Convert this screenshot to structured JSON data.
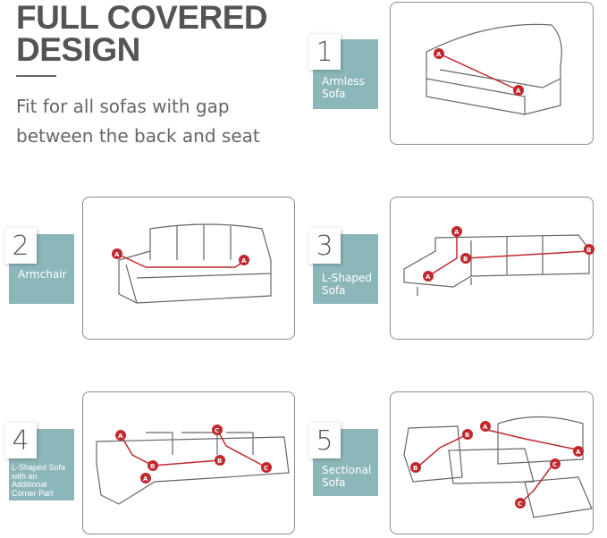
{
  "header": {
    "title_line1": "FULL COVERED",
    "title_line2": "DESIGN",
    "subtitle": "Fit for all sofas with gap between the back and seat"
  },
  "items": [
    {
      "number": "1",
      "label": "Armless Sofa"
    },
    {
      "number": "2",
      "label": "Armchair"
    },
    {
      "number": "3",
      "label": "L-Shaped Sofa"
    },
    {
      "number": "4",
      "label": "L-Shaped Sofa with an Additional Corner Part"
    },
    {
      "number": "5",
      "label": "Sectional Sofa"
    }
  ],
  "markers": {
    "a": "A",
    "b": "B",
    "c": "C"
  },
  "colors": {
    "teal": "#8cb7ba",
    "marker": "#c0282d",
    "text": "#545454"
  }
}
